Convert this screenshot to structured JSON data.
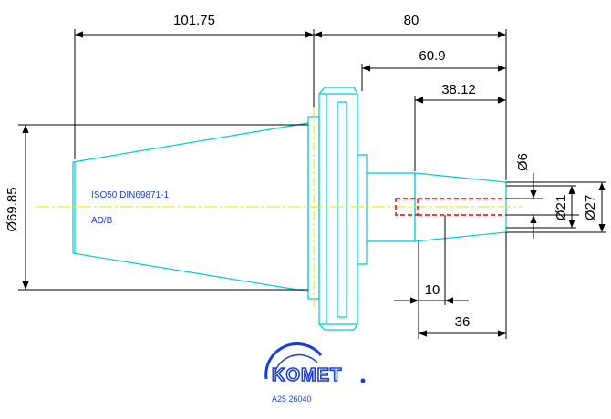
{
  "drawing": {
    "dimensions": {
      "length_taper": "101.75",
      "length_total": "80",
      "length_body": "60.9",
      "length_shank": "38.12",
      "length_small": "10",
      "length_36": "36",
      "dia_taper": "Ø69.85",
      "dia_6": "Ø6",
      "dia_21": "Ø21",
      "dia_27": "Ø27"
    },
    "annotations": {
      "standard": "ISO50 DIN69871-1",
      "variant": "AD/B"
    },
    "brand": {
      "logo": "KOMET",
      "part_number": "A25 26040"
    },
    "colors": {
      "outline": "#00cccc",
      "centerline": "#e6e600",
      "dimension": "#000000",
      "hidden_bore": "#e00000",
      "brand": "#1a3fd6"
    }
  }
}
